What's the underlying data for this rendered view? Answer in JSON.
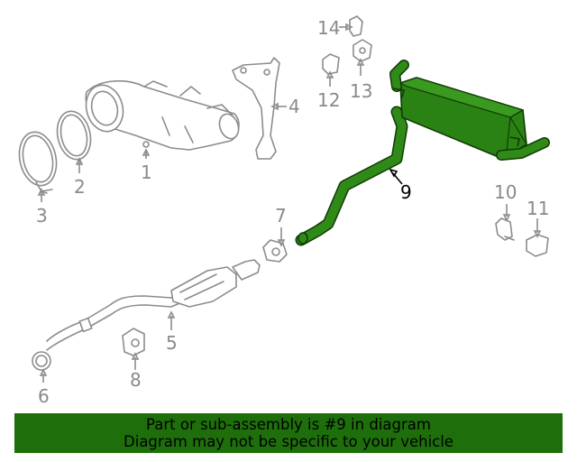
{
  "highlight_color": "#1e6f0c",
  "banner": {
    "line1": "Part or sub-assembly is #9 in diagram",
    "line2": "Diagram may not be specific to your vehicle"
  },
  "callouts": {
    "c1": "1",
    "c2": "2",
    "c3": "3",
    "c4": "4",
    "c5": "5",
    "c6": "6",
    "c7": "7",
    "c8": "8",
    "c9": "9",
    "c10": "10",
    "c11": "11",
    "c12": "12",
    "c13": "13",
    "c14": "14"
  },
  "selected_part": "9"
}
